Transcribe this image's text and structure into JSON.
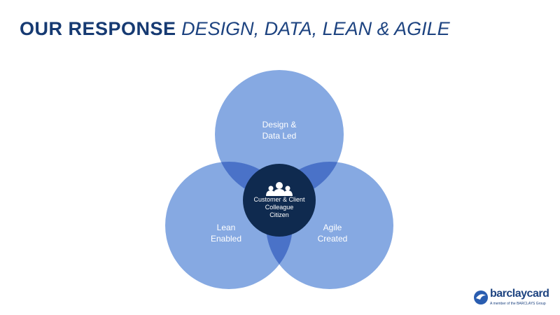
{
  "title": {
    "bold": "OUR RESPONSE",
    "italic": "DESIGN, DATA, LEAN & AGILE"
  },
  "circles": {
    "top": {
      "line1": "Design &",
      "line2": "Data Led"
    },
    "left": {
      "line1": "Lean",
      "line2": "Enabled"
    },
    "right": {
      "line1": "Agile",
      "line2": "Created"
    },
    "center": {
      "line1": "Customer & Client",
      "line2": "Colleague",
      "line3": "Citizen",
      "icon": "people-group-icon"
    }
  },
  "colors": {
    "circle": "#86a9e2",
    "overlap": "#4a72c8",
    "center": "#0f2a4f",
    "title": "#163a72"
  },
  "logo": {
    "name": "barclaycard",
    "tagline": "A member of the BARCLAYS Group"
  }
}
